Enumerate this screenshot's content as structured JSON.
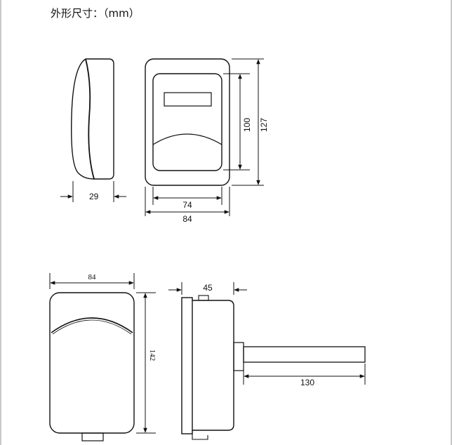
{
  "title": "外形尺寸：（mm）",
  "top_views": {
    "side_depth": "29",
    "front_inner_width": "74",
    "front_outer_width": "84",
    "front_inner_height": "100",
    "front_outer_height": "127"
  },
  "bottom_views": {
    "front_width": "84",
    "front_height": "142",
    "side_depth": "45",
    "probe_length": "130"
  }
}
